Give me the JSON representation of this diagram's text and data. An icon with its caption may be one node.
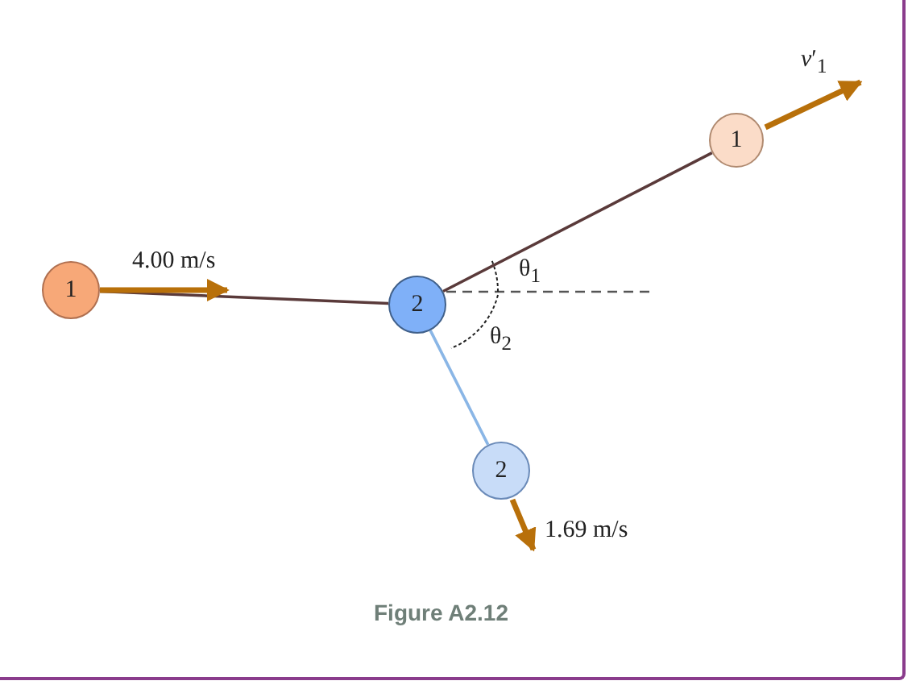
{
  "diagram": {
    "caption": "Figure A2.12",
    "nodes": [
      {
        "text": [
          "1"
        ]
      },
      {
        "text": [
          "2"
        ]
      },
      {
        "text": [
          "1"
        ]
      },
      {
        "text": [
          "2"
        ]
      }
    ],
    "edges": [
      {
        "from": 0,
        "to": 1,
        "arrow": "none"
      },
      {
        "from": 1,
        "to": 2,
        "arrow": "none"
      },
      {
        "from": 1,
        "to": 3,
        "arrow": "none",
        "color": "#8ab6e6"
      }
    ],
    "labels": [
      "*v*′$_{1}$",
      "4.00 m/s",
      "θ$_{1}$",
      "θ$_{2}$",
      "1.69 m/s"
    ]
  }
}
